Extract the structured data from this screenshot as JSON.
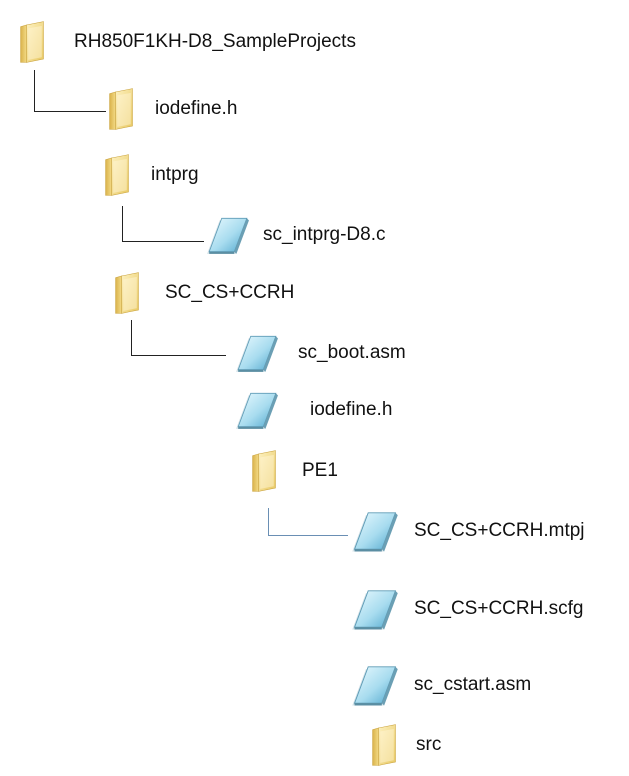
{
  "tree": {
    "root": {
      "label": "RH850F1KH-D8_SampleProjects",
      "icon": "folder-icon"
    },
    "items": [
      {
        "label": "iodefine.h",
        "icon": "folder-icon"
      },
      {
        "label": "intprg",
        "icon": "folder-icon"
      },
      {
        "label": "sc_intprg-D8.c",
        "icon": "file-icon"
      },
      {
        "label": "SC_CS+CCRH",
        "icon": "folder-icon"
      },
      {
        "label": "sc_boot.asm",
        "icon": "file-icon"
      },
      {
        "label": "iodefine.h",
        "icon": "file-icon"
      },
      {
        "label": "PE1",
        "icon": "folder-icon"
      },
      {
        "label": "SC_CS+CCRH.mtpj",
        "icon": "file-icon"
      },
      {
        "label": "SC_CS+CCRH.scfg",
        "icon": "file-icon"
      },
      {
        "label": "sc_cstart.asm",
        "icon": "file-icon"
      },
      {
        "label": "src",
        "icon": "folder-icon"
      }
    ]
  },
  "colors": {
    "folder_light": "#fbe9a6",
    "folder_dark": "#e5c35a",
    "file_light": "#cfeff8",
    "file_dark": "#5fb3d4",
    "connector": "#222222",
    "connector_blue": "#6a8fb4"
  }
}
